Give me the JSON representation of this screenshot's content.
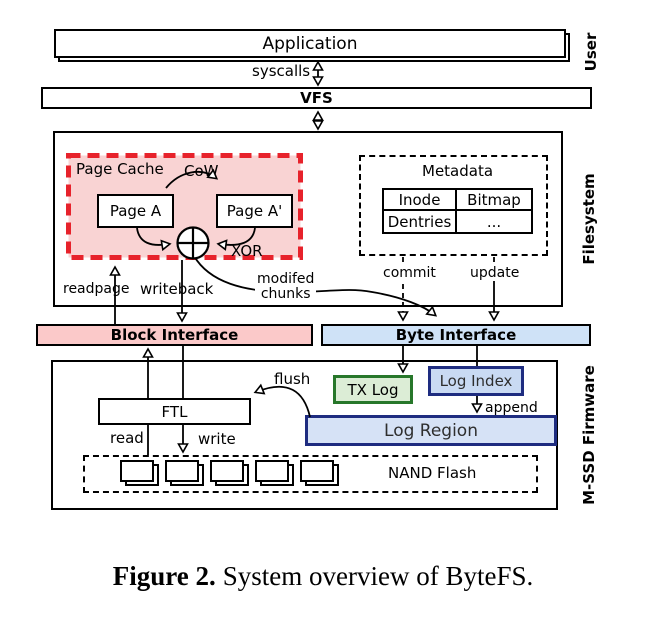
{
  "side_labels": {
    "user": "User",
    "filesystem": "Filesystem",
    "firmware": "M-SSD Firmware"
  },
  "top": {
    "application": "Application",
    "syscalls": "syscalls",
    "vfs": "VFS"
  },
  "filesystem": {
    "page_cache": {
      "title": "Page Cache",
      "cow": "CoW",
      "page_a": "Page A",
      "page_a_prime": "Page A'",
      "xor": "XOR"
    },
    "metadata": {
      "title": "Metadata",
      "table": [
        [
          "Inode",
          "Bitmap"
        ],
        [
          "Dentries",
          "..."
        ]
      ]
    },
    "labels": {
      "readpage": "readpage",
      "writeback": "writeback",
      "modified_1": "modifed",
      "modified_2": "chunks",
      "commit": "commit",
      "update": "update"
    }
  },
  "interfaces": {
    "block": "Block Interface",
    "byte": "Byte Interface"
  },
  "firmware": {
    "tx_log": "TX Log",
    "log_index": "Log Index",
    "ftl": "FTL",
    "log_region": "Log Region",
    "nand": "NAND Flash",
    "labels": {
      "flush": "flush",
      "read": "read",
      "write": "write",
      "append": "append"
    }
  },
  "caption": {
    "label": "Figure 2.",
    "text": "System overview of ByteFS."
  },
  "colors": {
    "cache_fill": "#f9d3d3",
    "cache_border": "#e7222b",
    "block_fill": "#fbc9c9",
    "byte_fill": "#cfe2f7",
    "log_index_fill": "#c9daf3",
    "log_region_fill": "#d6e2f6",
    "navy_border": "#1e2c80",
    "green_fill": "#dcedd6",
    "green_border": "#27772a"
  }
}
